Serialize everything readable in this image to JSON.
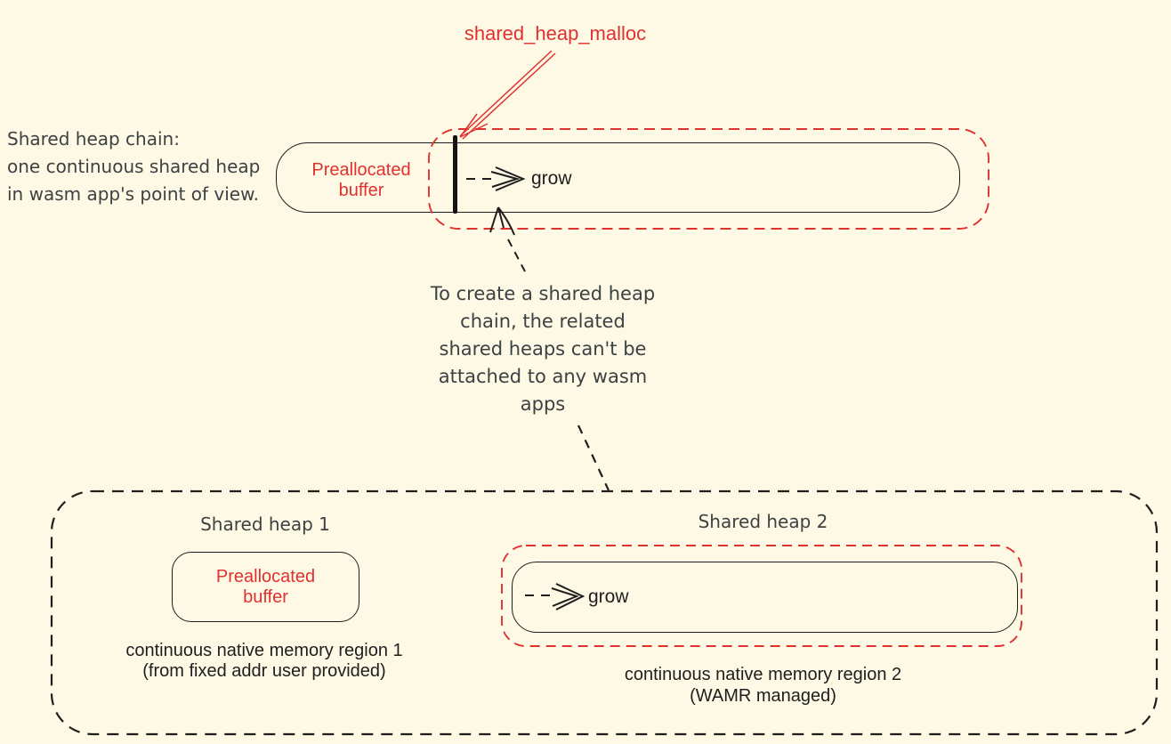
{
  "colors": {
    "background": "#fdf9e4",
    "accent_red": "#e03131",
    "ink": "#1e1e1e",
    "note_text": "#3d4144"
  },
  "top_section": {
    "malloc_label": "shared_heap_malloc",
    "chain_note": "Shared heap chain:\none continuous shared heap\nin wasm app's point of view.",
    "preallocated_buffer": "Preallocated\nbuffer",
    "grow_label": "grow"
  },
  "callout_note": "To create a shared heap\nchain, the related\nshared heaps can't be\nattached to any wasm\napps",
  "bottom_section": {
    "heap1": {
      "title": "Shared heap 1",
      "buffer_label": "Preallocated\nbuffer",
      "caption": "continuous native memory region 1\n(from fixed addr user provided)"
    },
    "heap2": {
      "title": "Shared heap 2",
      "grow_label": "grow",
      "caption": "continuous native memory region 2\n(WAMR managed)"
    }
  },
  "icons": {
    "malloc_arrow": "red-arrow-pointing-down-left",
    "grow_arrow_top": "dashed-arrow-right-grow",
    "pointer_arrow": "hand-drawn-arrow-pointing-up",
    "callout_connector": "dashed-connector-line",
    "grow_arrow_bottom": "dashed-arrow-right-grow"
  }
}
